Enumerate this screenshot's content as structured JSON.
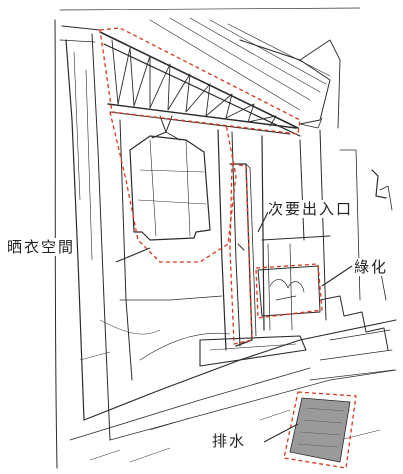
{
  "labels": {
    "drying_space": "晒衣空間",
    "secondary_entrance": "次要出入口",
    "greenery": "綠化",
    "drainage": "排水"
  },
  "colors": {
    "sketch_line": "#2b2b2b",
    "highlight_dash": "#d9381e",
    "paper": "#ffffff",
    "drain_fill": "#9a9a9a"
  }
}
